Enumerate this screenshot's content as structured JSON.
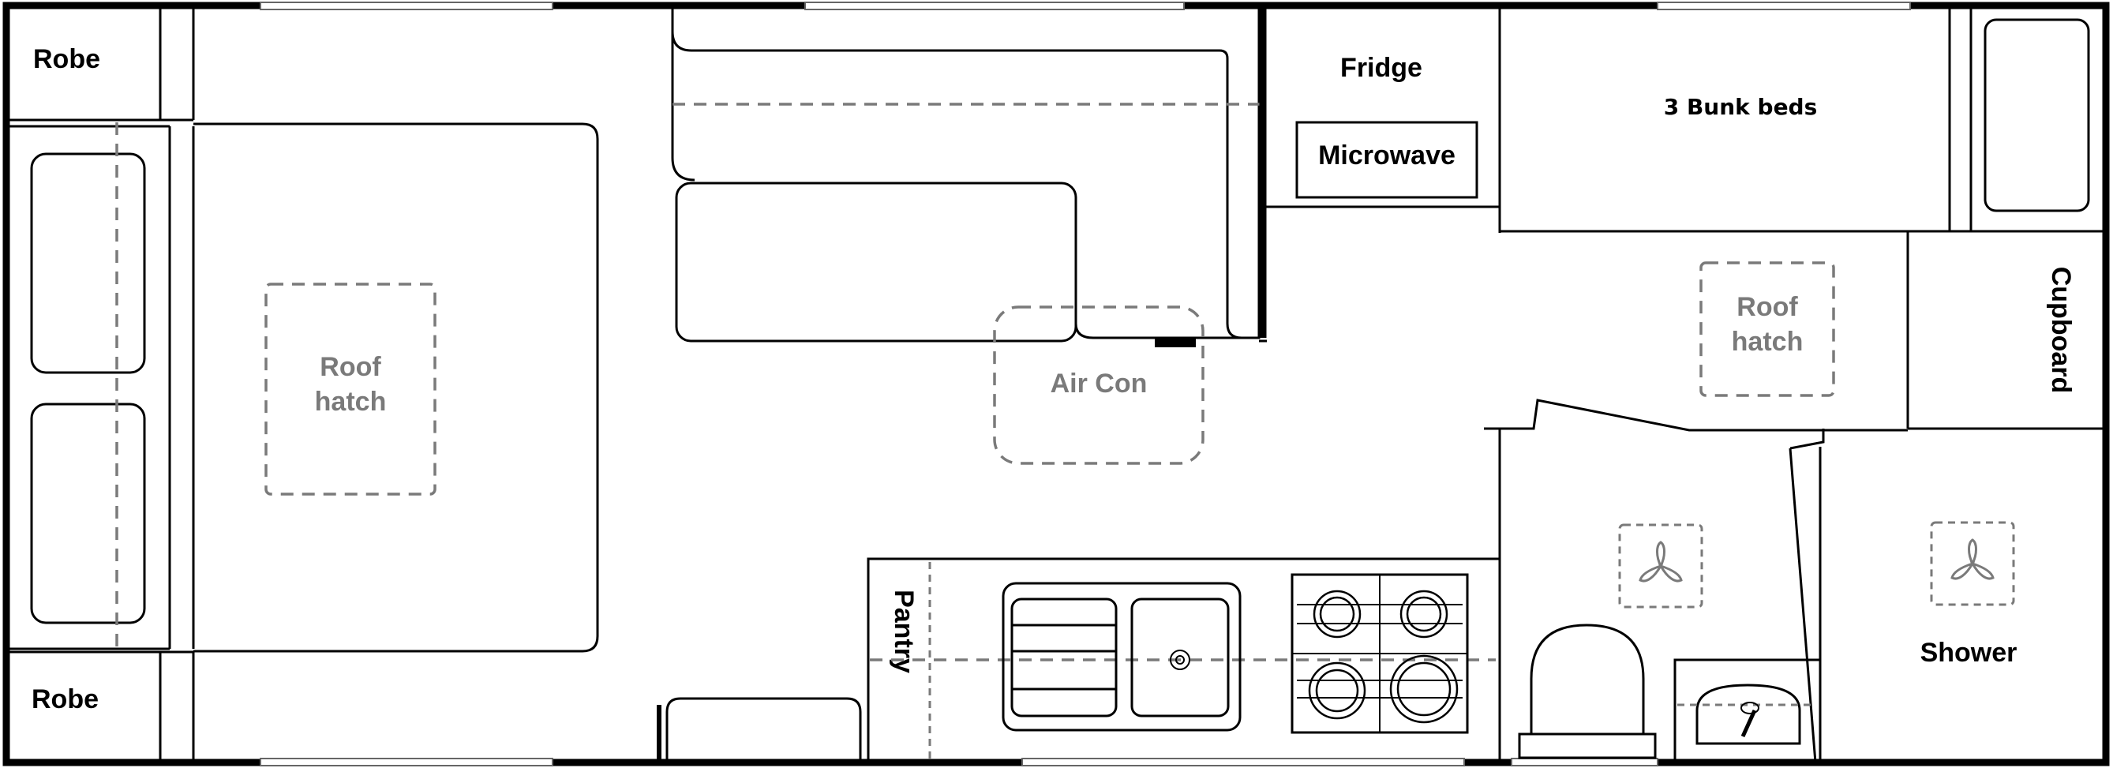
{
  "labels": {
    "robe_top": "Robe",
    "robe_bottom": "Robe",
    "roof_hatch_bed": [
      "Roof",
      "hatch"
    ],
    "air_con": "Air Con",
    "fridge": "Fridge",
    "microwave": "Microwave",
    "bunk_beds": "3 Bunk beds",
    "roof_hatch_bunk": [
      "Roof",
      "hatch"
    ],
    "cupboard": "Cupboard",
    "pantry": "Pantry",
    "shower": "Shower"
  }
}
